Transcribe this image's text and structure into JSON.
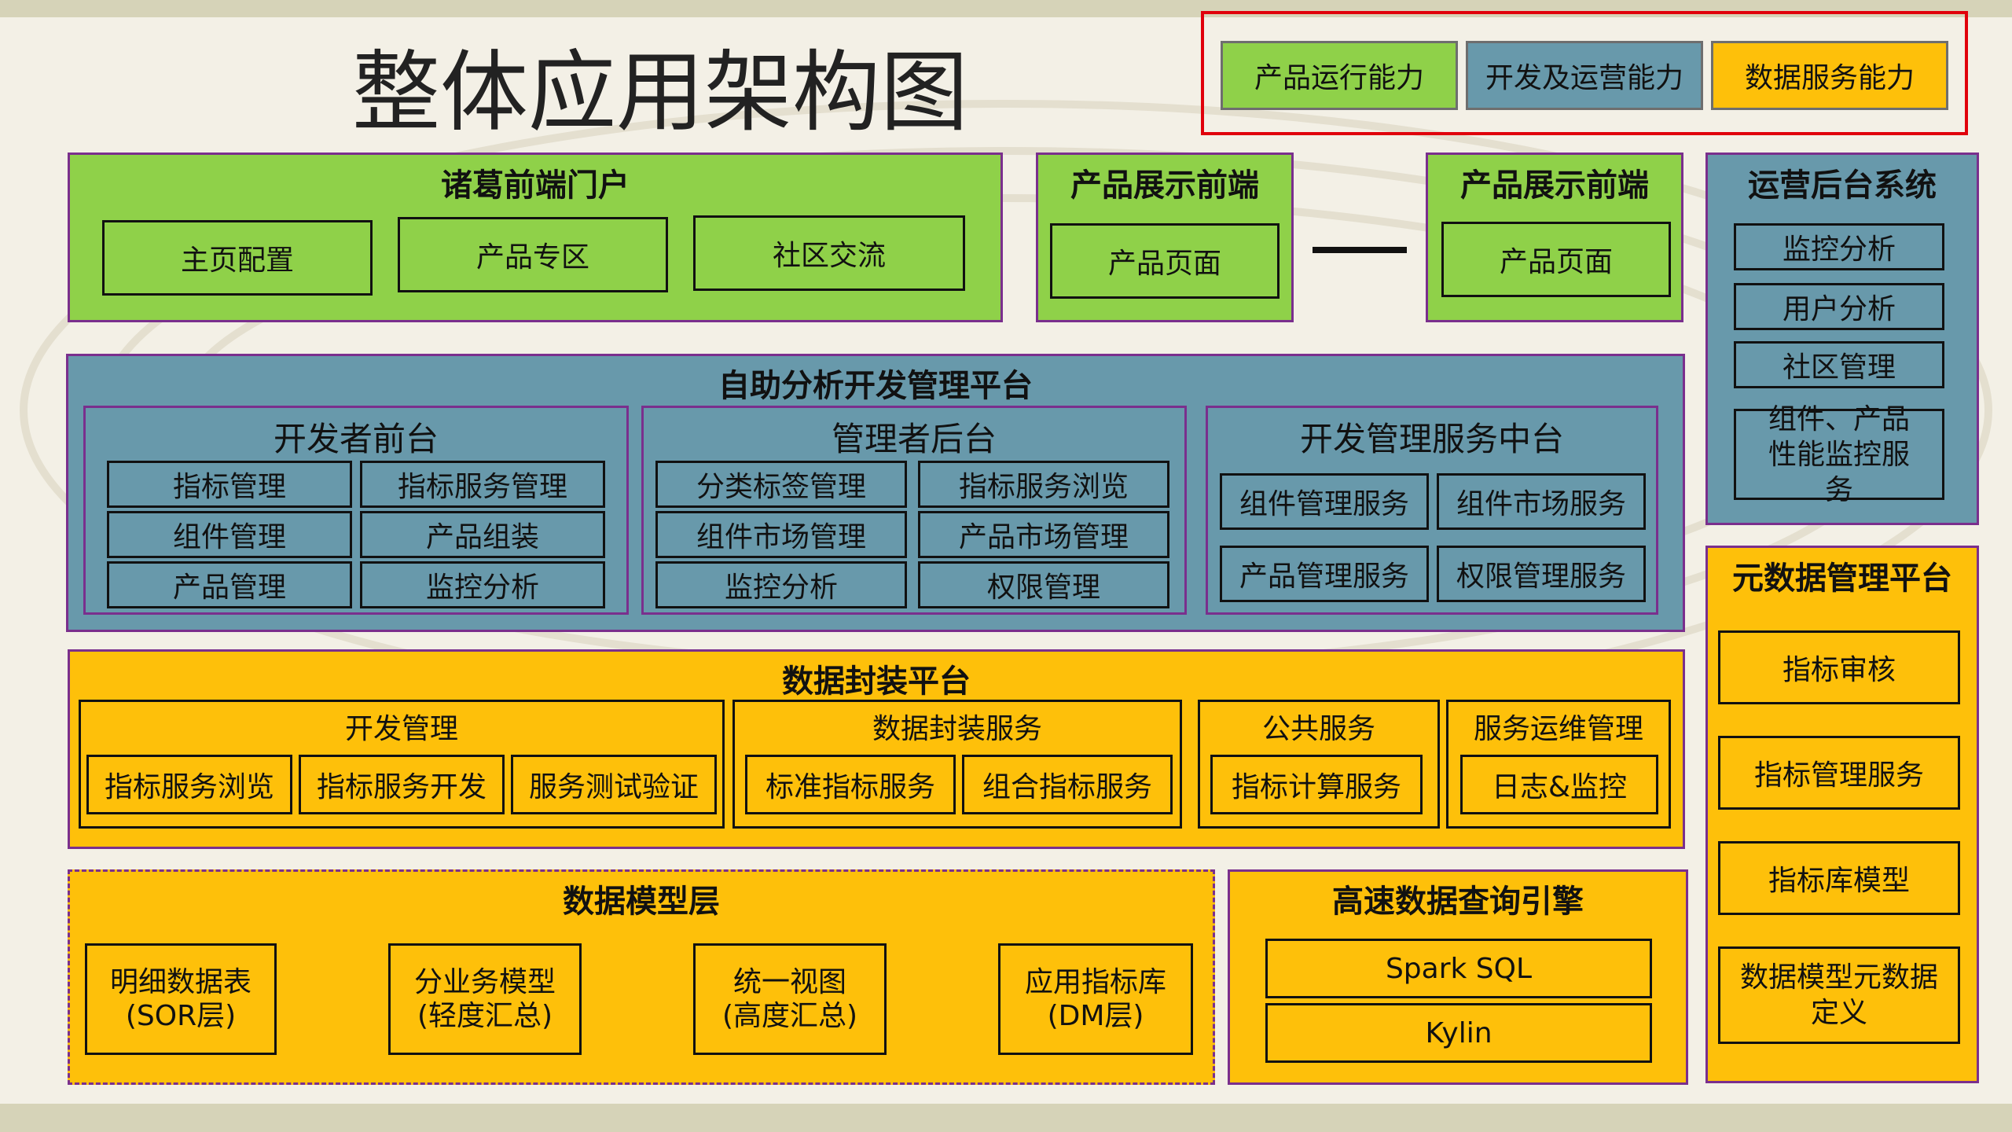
{
  "title": "整体应用架构图",
  "legend": {
    "items": [
      {
        "label": "产品运行能力",
        "color": "#8fd149"
      },
      {
        "label": "开发及运营能力",
        "color": "#6899ab"
      },
      {
        "label": "数据服务能力",
        "color": "#fec00a"
      }
    ]
  },
  "portal": {
    "title": "诸葛前端门户",
    "items": [
      "主页配置",
      "产品专区",
      "社区交流"
    ]
  },
  "display_a": {
    "title": "产品展示前端",
    "item": "产品页面"
  },
  "display_b": {
    "title": "产品展示前端",
    "item": "产品页面"
  },
  "ops": {
    "title": "运营后台系统",
    "items": [
      "监控分析",
      "用户分析",
      "社区管理",
      "组件、产品性能监控服务"
    ]
  },
  "selfservice": {
    "title": "自助分析开发管理平台",
    "dev": {
      "title": "开发者前台",
      "items": [
        "指标管理",
        "指标服务管理",
        "组件管理",
        "产品组装",
        "产品管理",
        "监控分析"
      ]
    },
    "admin": {
      "title": "管理者后台",
      "items": [
        "分类标签管理",
        "指标服务浏览",
        "组件市场管理",
        "产品市场管理",
        "监控分析",
        "权限管理"
      ]
    },
    "middle": {
      "title": "开发管理服务中台",
      "items": [
        "组件管理服务",
        "组件市场服务",
        "产品管理服务",
        "权限管理服务"
      ]
    }
  },
  "encap": {
    "title": "数据封装平台",
    "devmgmt": {
      "title": "开发管理",
      "items": [
        "指标服务浏览",
        "指标服务开发",
        "服务测试验证"
      ]
    },
    "service": {
      "title": "数据封装服务",
      "items": [
        "标准指标服务",
        "组合指标服务"
      ]
    },
    "public": {
      "title": "公共服务",
      "items": [
        "指标计算服务"
      ]
    },
    "opsmgmt": {
      "title": "服务运维管理",
      "items": [
        "日志&监控"
      ]
    }
  },
  "model": {
    "title": "数据模型层",
    "items": [
      {
        "line1": "明细数据表",
        "line2": "(SOR层)"
      },
      {
        "line1": "分业务模型",
        "line2": "(轻度汇总)"
      },
      {
        "line1": "统一视图",
        "line2": "(高度汇总)"
      },
      {
        "line1": "应用指标库",
        "line2": "(DM层)"
      }
    ]
  },
  "engine": {
    "title": "高速数据查询引擎",
    "items": [
      "Spark SQL",
      "Kylin"
    ]
  },
  "meta": {
    "title": "元数据管理平台",
    "items": [
      "指标审核",
      "指标管理服务",
      "指标库模型",
      "数据模型元数据定义"
    ]
  }
}
